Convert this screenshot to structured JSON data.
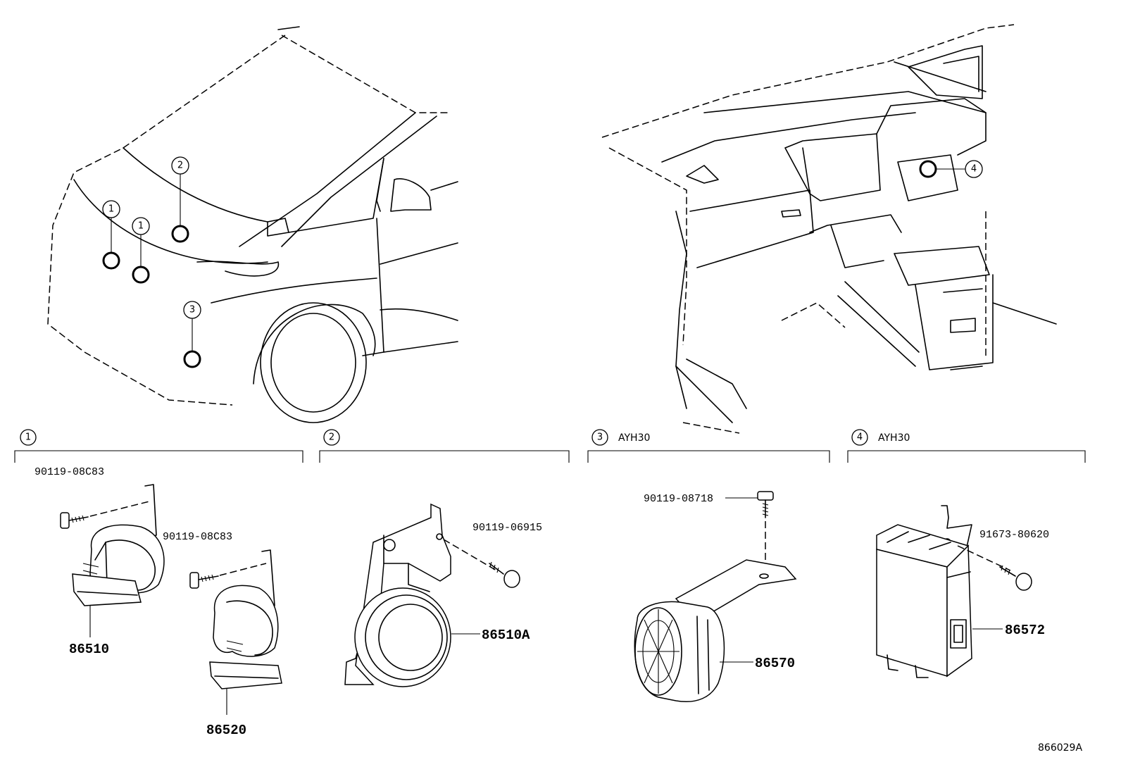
{
  "callouts": {
    "c1": "1",
    "c2": "2",
    "c3": "3",
    "c4": "4"
  },
  "sections": [
    {
      "num": "1",
      "note": ""
    },
    {
      "num": "2",
      "note": ""
    },
    {
      "num": "3",
      "note": "AYH30"
    },
    {
      "num": "4",
      "note": "AYH30"
    }
  ],
  "parts": {
    "bolt_1a": "90119-08C83",
    "bolt_1b": "90119-08C83",
    "horn_high": "86510",
    "horn_low": "86520",
    "bolt_2": "90119-06915",
    "horn_2": "86510A",
    "bolt_3": "90119-08718",
    "siren_3": "86570",
    "bolt_4": "91673-80620",
    "ecu_4": "86572"
  },
  "diagram_ref": "866029A"
}
